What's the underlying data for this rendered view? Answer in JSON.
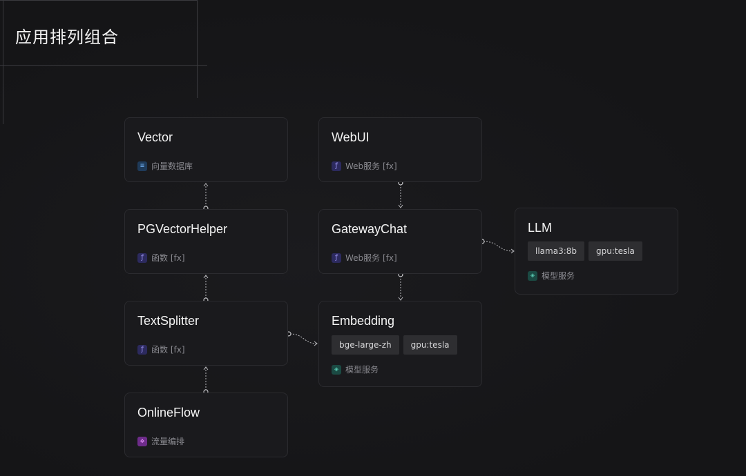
{
  "title": "应用排列组合",
  "nodes": {
    "vector": {
      "title": "Vector",
      "sub": "向量数据库",
      "icon": "database-icon"
    },
    "pgvectorhelper": {
      "title": "PGVectorHelper",
      "sub": "函数 [fx]",
      "icon": "function-icon"
    },
    "textsplitter": {
      "title": "TextSplitter",
      "sub": "函数 [fx]",
      "icon": "function-icon"
    },
    "onlineflow": {
      "title": "OnlineFlow",
      "sub": "流量编排",
      "icon": "flow-icon"
    },
    "webui": {
      "title": "WebUI",
      "sub": "Web服务 [fx]",
      "icon": "function-icon"
    },
    "gatewaychat": {
      "title": "GatewayChat",
      "sub": "Web服务 [fx]",
      "icon": "function-icon"
    },
    "embedding": {
      "title": "Embedding",
      "sub": "模型服务",
      "icon": "model-icon",
      "tags": [
        "bge-large-zh",
        "gpu:tesla"
      ]
    },
    "llm": {
      "title": "LLM",
      "sub": "模型服务",
      "icon": "model-icon",
      "tags": [
        "llama3:8b",
        "gpu:tesla"
      ]
    }
  },
  "colors": {
    "background": "#161618",
    "node_bg": "#1a1a1d",
    "node_border": "#2b2b2f",
    "connector": "#b8b8bc"
  }
}
